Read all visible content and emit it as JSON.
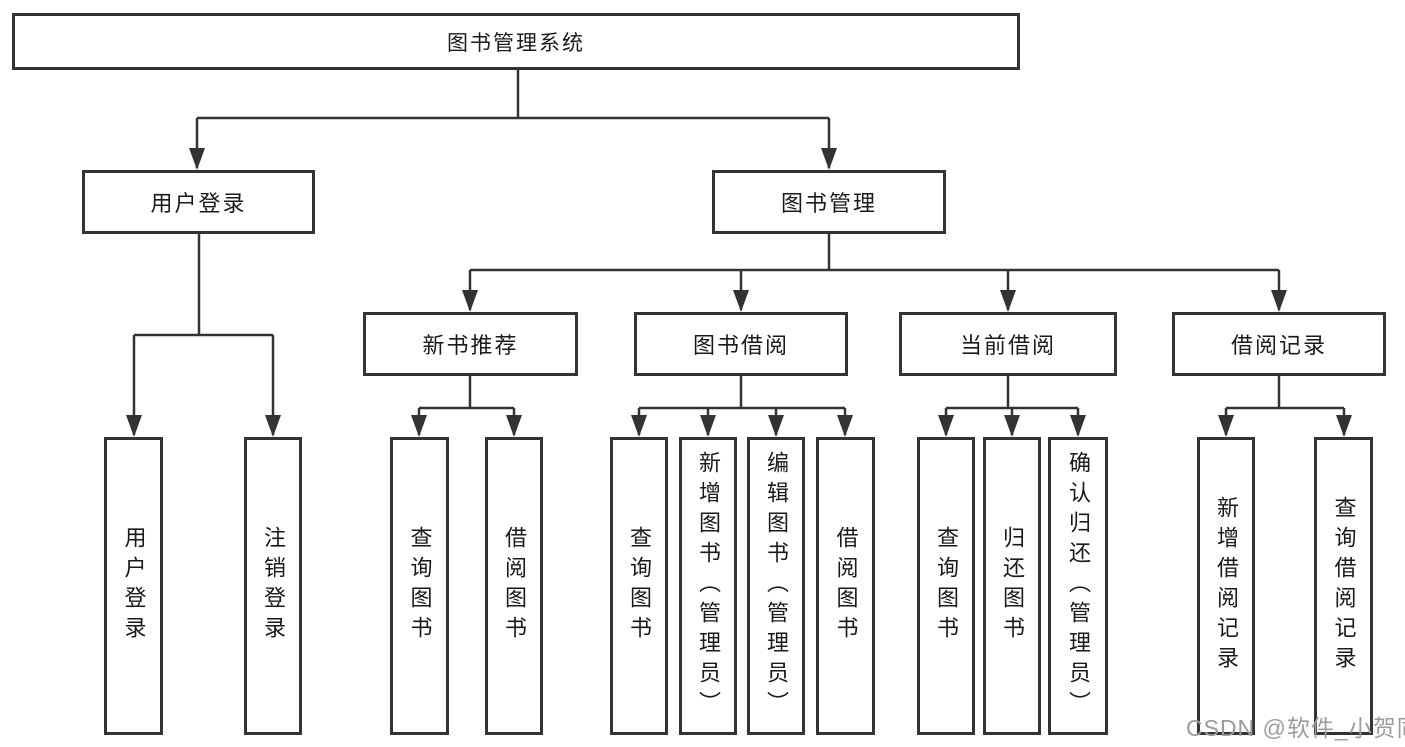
{
  "colors": {
    "line": "#333333",
    "box_border": "#333333",
    "text": "#1a1a1a",
    "background": "#ffffff",
    "watermark": "#9c9c9c"
  },
  "watermark": "CSDN @软件_小贺同学",
  "chart_data": {
    "type": "tree-diagram",
    "title": "图书管理系统"
  },
  "tree": {
    "root": {
      "label": "图书管理系统",
      "children": [
        {
          "label": "用户登录",
          "children": [
            {
              "label": "用户登录"
            },
            {
              "label": "注销登录"
            }
          ]
        },
        {
          "label": "图书管理",
          "children": [
            {
              "label": "新书推荐",
              "children": [
                {
                  "label": "查询图书"
                },
                {
                  "label": "借阅图书"
                }
              ]
            },
            {
              "label": "图书借阅",
              "children": [
                {
                  "label": "查询图书"
                },
                {
                  "label": "新增图书（管理员）"
                },
                {
                  "label": "编辑图书（管理员）"
                },
                {
                  "label": "借阅图书"
                }
              ]
            },
            {
              "label": "当前借阅",
              "children": [
                {
                  "label": "查询图书"
                },
                {
                  "label": "归还图书"
                },
                {
                  "label": "确认归还（管理员）"
                }
              ]
            },
            {
              "label": "借阅记录",
              "children": [
                {
                  "label": "新增借阅记录"
                },
                {
                  "label": "查询借阅记录"
                }
              ]
            }
          ]
        }
      ]
    }
  }
}
